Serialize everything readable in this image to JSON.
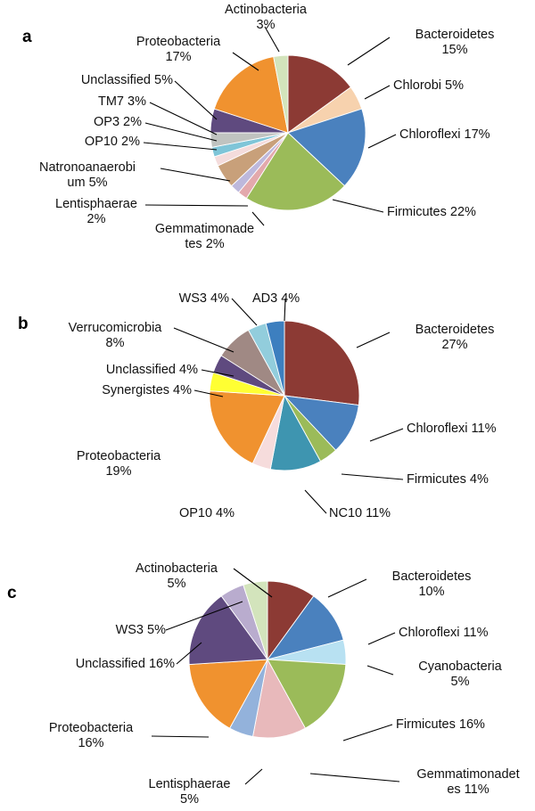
{
  "figure": {
    "panel_letters": [
      "a",
      "b",
      "c"
    ],
    "label_suffix": "%"
  },
  "chart_data": [
    {
      "type": "pie",
      "panel": "a",
      "title": "",
      "legend": "none",
      "start_angle_deg": 0,
      "direction": "clockwise",
      "categories": [
        "Bacteroidetes",
        "Chlorobi",
        "Chloroflexi",
        "Firmicutes",
        "Gemmatimonadetes",
        "Lentisphaerae",
        "Natronoanaerobium",
        "OP10",
        "OP3",
        "TM7",
        "Unclassified",
        "Proteobacteria",
        "Actinobacteria"
      ],
      "values": [
        15,
        5,
        17,
        22,
        2,
        2,
        5,
        2,
        2,
        3,
        5,
        17,
        3
      ],
      "colors": [
        "#8C3A34",
        "#F7D2AE",
        "#4A81BE",
        "#9BBB59",
        "#E3A9AC",
        "#BDB8DC",
        "#C8A07A",
        "#F4DCDC",
        "#7FC5D8",
        "#C0C3C0",
        "#5F4A7F",
        "#F0922F",
        "#D3E4BC"
      ],
      "labels": [
        "Bacteroidetes\n15%",
        "Chlorobi 5%",
        "Chloroflexi 17%",
        "Firmicutes 22%",
        "Gemmatimonade\ntes 2%",
        "Lentisphaerae\n2%",
        "Natronoanaerobi\num 5%",
        "OP10 2%",
        "OP3 2%",
        "TM7 3%",
        "Unclassified 5%",
        "Proteobacteria\n17%",
        "Actinobacteria\n3%"
      ]
    },
    {
      "type": "pie",
      "panel": "b",
      "title": "",
      "legend": "none",
      "start_angle_deg": 0,
      "direction": "clockwise",
      "categories": [
        "Bacteroidetes",
        "Chloroflexi",
        "Firmicutes",
        "NC10",
        "OP10",
        "Proteobacteria",
        "Synergistes",
        "Unclassified",
        "Verrucomicrobia",
        "WS3",
        "AD3"
      ],
      "values": [
        27,
        11,
        4,
        11,
        4,
        19,
        4,
        4,
        8,
        4,
        4
      ],
      "colors": [
        "#8C3A34",
        "#4A81BE",
        "#9BBB59",
        "#3E95B0",
        "#F6DCDC",
        "#F0922F",
        "#FFFF33",
        "#5F4A7F",
        "#A08984",
        "#92CDDC",
        "#3D7FBF"
      ],
      "labels": [
        "Bacteroidetes\n27%",
        "Chloroflexi 11%",
        "Firmicutes 4%",
        "NC10 11%",
        "OP10 4%",
        "Proteobacteria\n19%",
        "Synergistes 4%",
        "Unclassified 4%",
        "Verrucomicrobia\n8%",
        "WS3 4%",
        "AD3 4%"
      ]
    },
    {
      "type": "pie",
      "panel": "c",
      "title": "",
      "legend": "none",
      "start_angle_deg": 0,
      "direction": "clockwise",
      "categories": [
        "Bacteroidetes",
        "Chloroflexi",
        "Cyanobacteria",
        "Firmicutes",
        "Gemmatimonadetes",
        "Lentisphaerae",
        "Proteobacteria",
        "Unclassified",
        "WS3",
        "Actinobacteria"
      ],
      "values": [
        10,
        11,
        5,
        16,
        11,
        5,
        16,
        16,
        5,
        5
      ],
      "colors": [
        "#8C3A34",
        "#4A81BE",
        "#B8E1F2",
        "#9BBB59",
        "#E8B9BB",
        "#93B2DB",
        "#F0922F",
        "#5F4A7F",
        "#B9ACCE",
        "#D3E4BC"
      ],
      "labels": [
        "Bacteroidetes\n10%",
        "Chloroflexi 11%",
        "Cyanobacteria\n5%",
        "Firmicutes 16%",
        "Gemmatimonadet\nes 11%",
        "Lentisphaerae\n5%",
        "Proteobacteria\n16%",
        "Unclassified 16%",
        "WS3 5%",
        "Actinobacteria\n5%"
      ]
    }
  ],
  "panel_a": {
    "letter": "a",
    "labels": {
      "actinobacteria": "Actinobacteria\n3%",
      "proteobacteria": "Proteobacteria\n17%",
      "unclassified": "Unclassified 5%",
      "tm7": "TM7 3%",
      "op3": "OP3 2%",
      "op10": "OP10 2%",
      "natronoanaerobium": "Natronoanaerobi\num 5%",
      "lentisphaerae": "Lentisphaerae\n2%",
      "gemmatimonadetes": "Gemmatimonade\ntes 2%",
      "bacteroidetes": "Bacteroidetes\n15%",
      "chlorobi": "Chlorobi 5%",
      "chloroflexi": "Chloroflexi 17%",
      "firmicutes": "Firmicutes 22%"
    }
  },
  "panel_b": {
    "letter": "b",
    "labels": {
      "ws3": "WS3 4%",
      "ad3": "AD3 4%",
      "verrucomicrobia": "Verrucomicrobia\n8%",
      "unclassified": "Unclassified 4%",
      "synergistes": "Synergistes 4%",
      "proteobacteria": "Proteobacteria\n19%",
      "op10": "OP10 4%",
      "bacteroidetes": "Bacteroidetes\n27%",
      "chloroflexi": "Chloroflexi 11%",
      "firmicutes": "Firmicutes 4%",
      "nc10": "NC10 11%"
    }
  },
  "panel_c": {
    "letter": "c",
    "labels": {
      "actinobacteria": "Actinobacteria\n5%",
      "ws3": "WS3 5%",
      "unclassified": "Unclassified 16%",
      "proteobacteria": "Proteobacteria\n16%",
      "lentisphaerae": "Lentisphaerae\n5%",
      "bacteroidetes": "Bacteroidetes\n10%",
      "chloroflexi": "Chloroflexi 11%",
      "cyanobacteria": "Cyanobacteria\n5%",
      "firmicutes": "Firmicutes 16%",
      "gemmatimonadetes": "Gemmatimonadet\nes 11%"
    }
  }
}
